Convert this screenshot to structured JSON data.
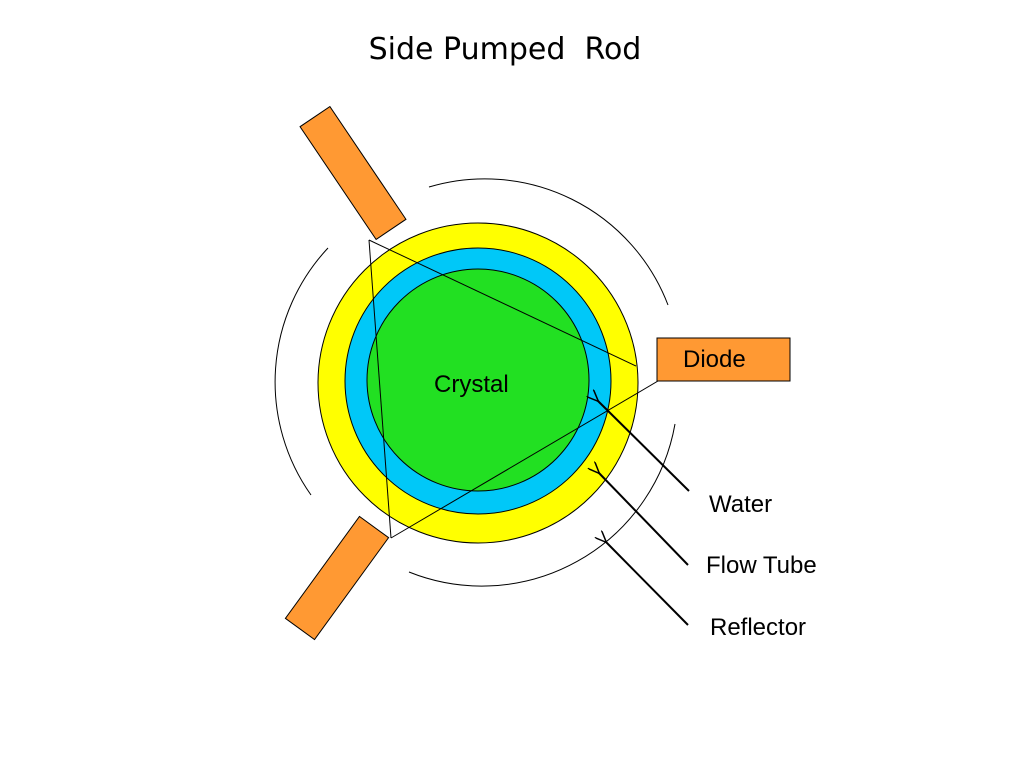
{
  "title": "Side Pumped  Rod",
  "labels": {
    "crystal": "Crystal",
    "diode": "Diode",
    "water": "Water",
    "flow_tube": "Flow Tube",
    "reflector": "Reflector"
  },
  "colors": {
    "crystal": "#22e022",
    "water": "#00c8f8",
    "flow_tube": "#ffff00",
    "diode": "#ff9933",
    "outline": "#000000"
  }
}
